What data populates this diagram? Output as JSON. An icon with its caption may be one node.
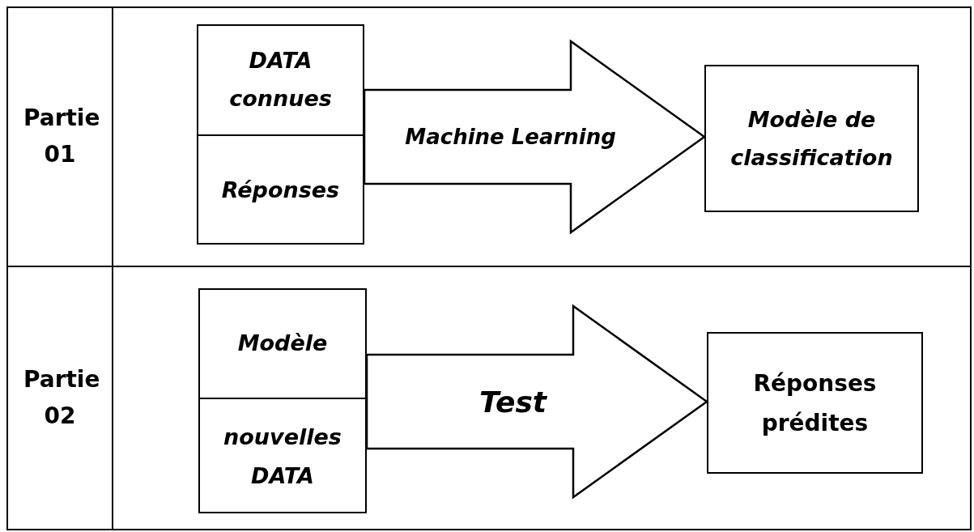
{
  "diagram": {
    "nodes": [
      {
        "text": [
          "Partie 01"
        ]
      },
      {
        "text": [],
        "shape": "box",
        "in": 0
      },
      {
        "text": [
          "DATA connues"
        ],
        "in": 1
      },
      {
        "text": [
          "Réponses"
        ],
        "in": 1
      },
      {
        "text": [
          "Modèle de classification"
        ],
        "in": 0
      },
      {
        "text": [
          "Partie 02"
        ]
      },
      {
        "text": [],
        "shape": "box",
        "in": 5
      },
      {
        "text": [
          "Modèle"
        ],
        "in": 6
      },
      {
        "text": [
          "nouvelles DATA"
        ],
        "in": 6
      },
      {
        "text": [
          "Réponses prédites"
        ],
        "in": 5
      }
    ],
    "edges": [
      {
        "from": 1,
        "to": 4,
        "arrow": "to",
        "label": "Machine Learning",
        "style": "thick"
      },
      {
        "from": 6,
        "to": 9,
        "arrow": "to",
        "label": "Test",
        "style": "thick"
      }
    ]
  }
}
